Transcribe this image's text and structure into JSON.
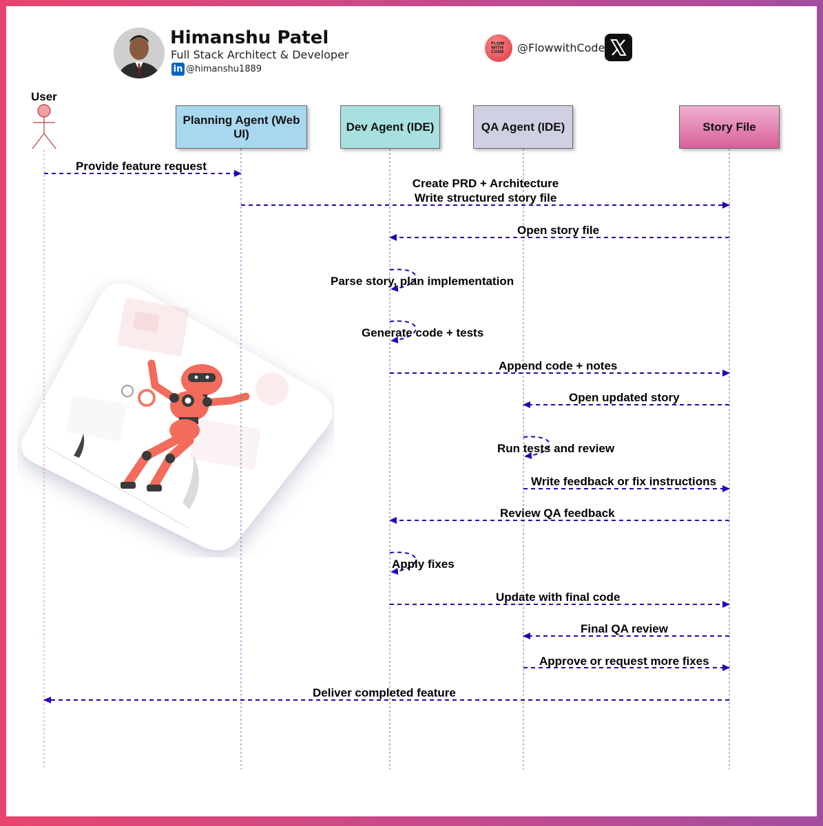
{
  "header": {
    "name": "Himanshu Patel",
    "role": "Full Stack Architect & Developer",
    "linkedin_badge": "in",
    "linkedin_handle": "@himanshu1889",
    "brand_logo_text": "FLOW WITH CODE",
    "brand_handle": "@FlowwithCode",
    "x_icon": "x-logo-icon",
    "linkedin_icon": "linkedin-icon"
  },
  "actors": {
    "user": "User",
    "planning": "Planning Agent (Web UI)",
    "dev": "Dev Agent (IDE)",
    "qa": "QA Agent (IDE)",
    "story": "Story File"
  },
  "messages": [
    {
      "text": "Provide feature request",
      "from": "user",
      "to": "planning"
    },
    {
      "text": "Create PRD + Architecture\nWrite structured story file",
      "from": "planning",
      "to": "story"
    },
    {
      "text": "Open story file",
      "from": "story",
      "to": "dev"
    },
    {
      "text": "Parse story, plan implementation",
      "from": "dev",
      "to": "dev"
    },
    {
      "text": "Generate code + tests",
      "from": "dev",
      "to": "dev"
    },
    {
      "text": "Append code + notes",
      "from": "dev",
      "to": "story"
    },
    {
      "text": "Open updated story",
      "from": "story",
      "to": "qa"
    },
    {
      "text": "Run tests and review",
      "from": "qa",
      "to": "qa"
    },
    {
      "text": "Write feedback or fix instructions",
      "from": "qa",
      "to": "story"
    },
    {
      "text": "Review QA feedback",
      "from": "story",
      "to": "dev"
    },
    {
      "text": "Apply fixes",
      "from": "dev",
      "to": "dev"
    },
    {
      "text": "Update with final code",
      "from": "dev",
      "to": "story"
    },
    {
      "text": "Final QA review",
      "from": "story",
      "to": "qa"
    },
    {
      "text": "Approve or request more fixes",
      "from": "qa",
      "to": "story"
    },
    {
      "text": "Deliver completed feature",
      "from": "story",
      "to": "user"
    }
  ],
  "colors": {
    "arrow": "#2a00b0",
    "planning_box": "#a8d8f0",
    "dev_box": "#a8e0e0",
    "qa_box": "#d0d0e4",
    "story_box": "#d86a98",
    "user_figure": "#f0a0a0"
  },
  "illustration": "robot-illustration"
}
